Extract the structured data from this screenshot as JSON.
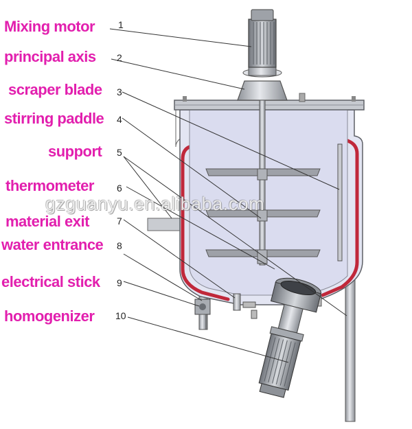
{
  "colors": {
    "label": "#e21fae",
    "tank_fill": "#dadcef",
    "heating_jacket": "#c0283a",
    "metal": "#b9bcc2",
    "leader_line": "#333333"
  },
  "labels": [
    {
      "id": "mixing-motor",
      "text": "Mixing motor",
      "number": "1"
    },
    {
      "id": "principal-axis",
      "text": "principal axis",
      "number": "2"
    },
    {
      "id": "scraper-blade",
      "text": "scraper blade",
      "number": "3"
    },
    {
      "id": "stirring-paddle",
      "text": "stirring paddle",
      "number": "4"
    },
    {
      "id": "support",
      "text": "support",
      "number": "5"
    },
    {
      "id": "thermometer",
      "text": "thermometer",
      "number": "6"
    },
    {
      "id": "material-exit",
      "text": "material exit",
      "number": "7"
    },
    {
      "id": "water-entrance",
      "text": "water entrance",
      "number": "8"
    },
    {
      "id": "electrical-stick",
      "text": "electrical stick",
      "number": "9"
    },
    {
      "id": "homogenizer",
      "text": "homogenizer",
      "number": "10"
    }
  ],
  "watermark": "gzguanyu.en.alibaba.com"
}
